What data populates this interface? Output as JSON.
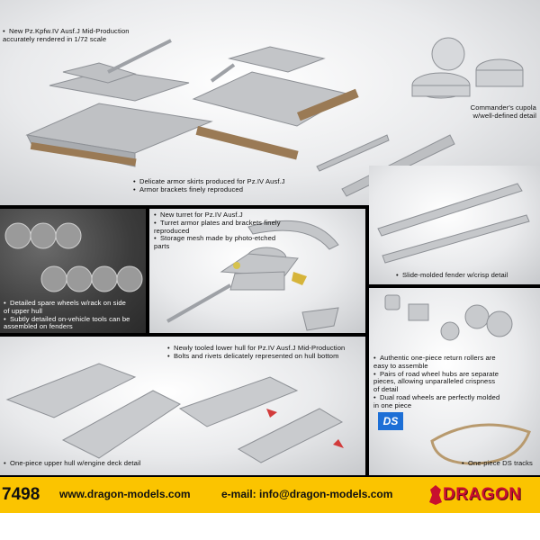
{
  "panels": {
    "top_main": [
      "New Pz.Kpfw.IV Ausf.J Mid-Production",
      "accurately rendered in 1/72 scale"
    ],
    "cupola": [
      "Commander's cupola",
      "w/well-defined detail"
    ],
    "skirts": [
      "Delicate armor skirts produced for Pz.IV Ausf.J",
      "Armor brackets finely reproduced"
    ],
    "spare_wheels": [
      "Detailed spare wheels w/rack on side",
      "of upper hull",
      "Subtly detailed on-vehicle tools can be",
      "assembled on fenders"
    ],
    "turret": [
      "New turret for Pz.IV Ausf.J",
      "Turret armor plates and brackets finely",
      "reproduced",
      "Storage mesh made by photo-etched",
      "parts"
    ],
    "fender": "Slide-molded fender w/crisp detail",
    "lower_hull": [
      "Newly tooled lower hull for Pz.IV Ausf.J Mid-Production",
      "Bolts and rivets delicately represented on hull bottom"
    ],
    "upper_hull": "One-piece upper hull w/engine deck detail",
    "wheels": [
      "Authentic one-piece return rollers are",
      "easy to assemble",
      "Pairs of road wheel hubs are separate",
      "pieces, allowing unparalleled crispness",
      "of detail",
      "Dual road wheels are perfectly molded",
      "in one piece"
    ],
    "tracks": "One-piece DS tracks"
  },
  "ds_badge": "DS",
  "footer": {
    "code": "7498",
    "website": "www.dragon-models.com",
    "email": "e-mail: info@dragon-models.com",
    "brand": "DRAGON"
  },
  "colors": {
    "footer_bg": "#fbc400",
    "brand_red": "#c8102e",
    "ds_blue": "#1d6fd6"
  }
}
